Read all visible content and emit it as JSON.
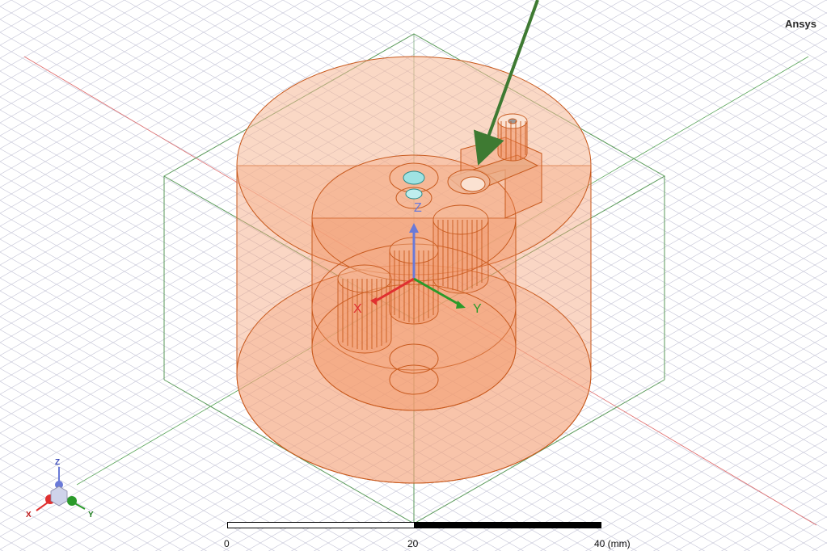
{
  "brand": "Ansys",
  "scene_axes": {
    "x": "X",
    "y": "Y",
    "z": "Z"
  },
  "triad": {
    "x": "X",
    "y": "Y",
    "z": "Z"
  },
  "scale_bar": {
    "ticks": [
      "0",
      "20",
      "40 (mm)"
    ]
  },
  "colors": {
    "background": "#ffffff",
    "grid": "#b8b8c8",
    "model_fill": "#f4a47c",
    "model_edge": "#c85a1e",
    "bounding_box": "#4a9a4a",
    "annotation_arrow": "#3e7a32",
    "axis_x": "#e03030",
    "axis_y": "#2a9a2a",
    "axis_z": "#6a7ad8"
  }
}
